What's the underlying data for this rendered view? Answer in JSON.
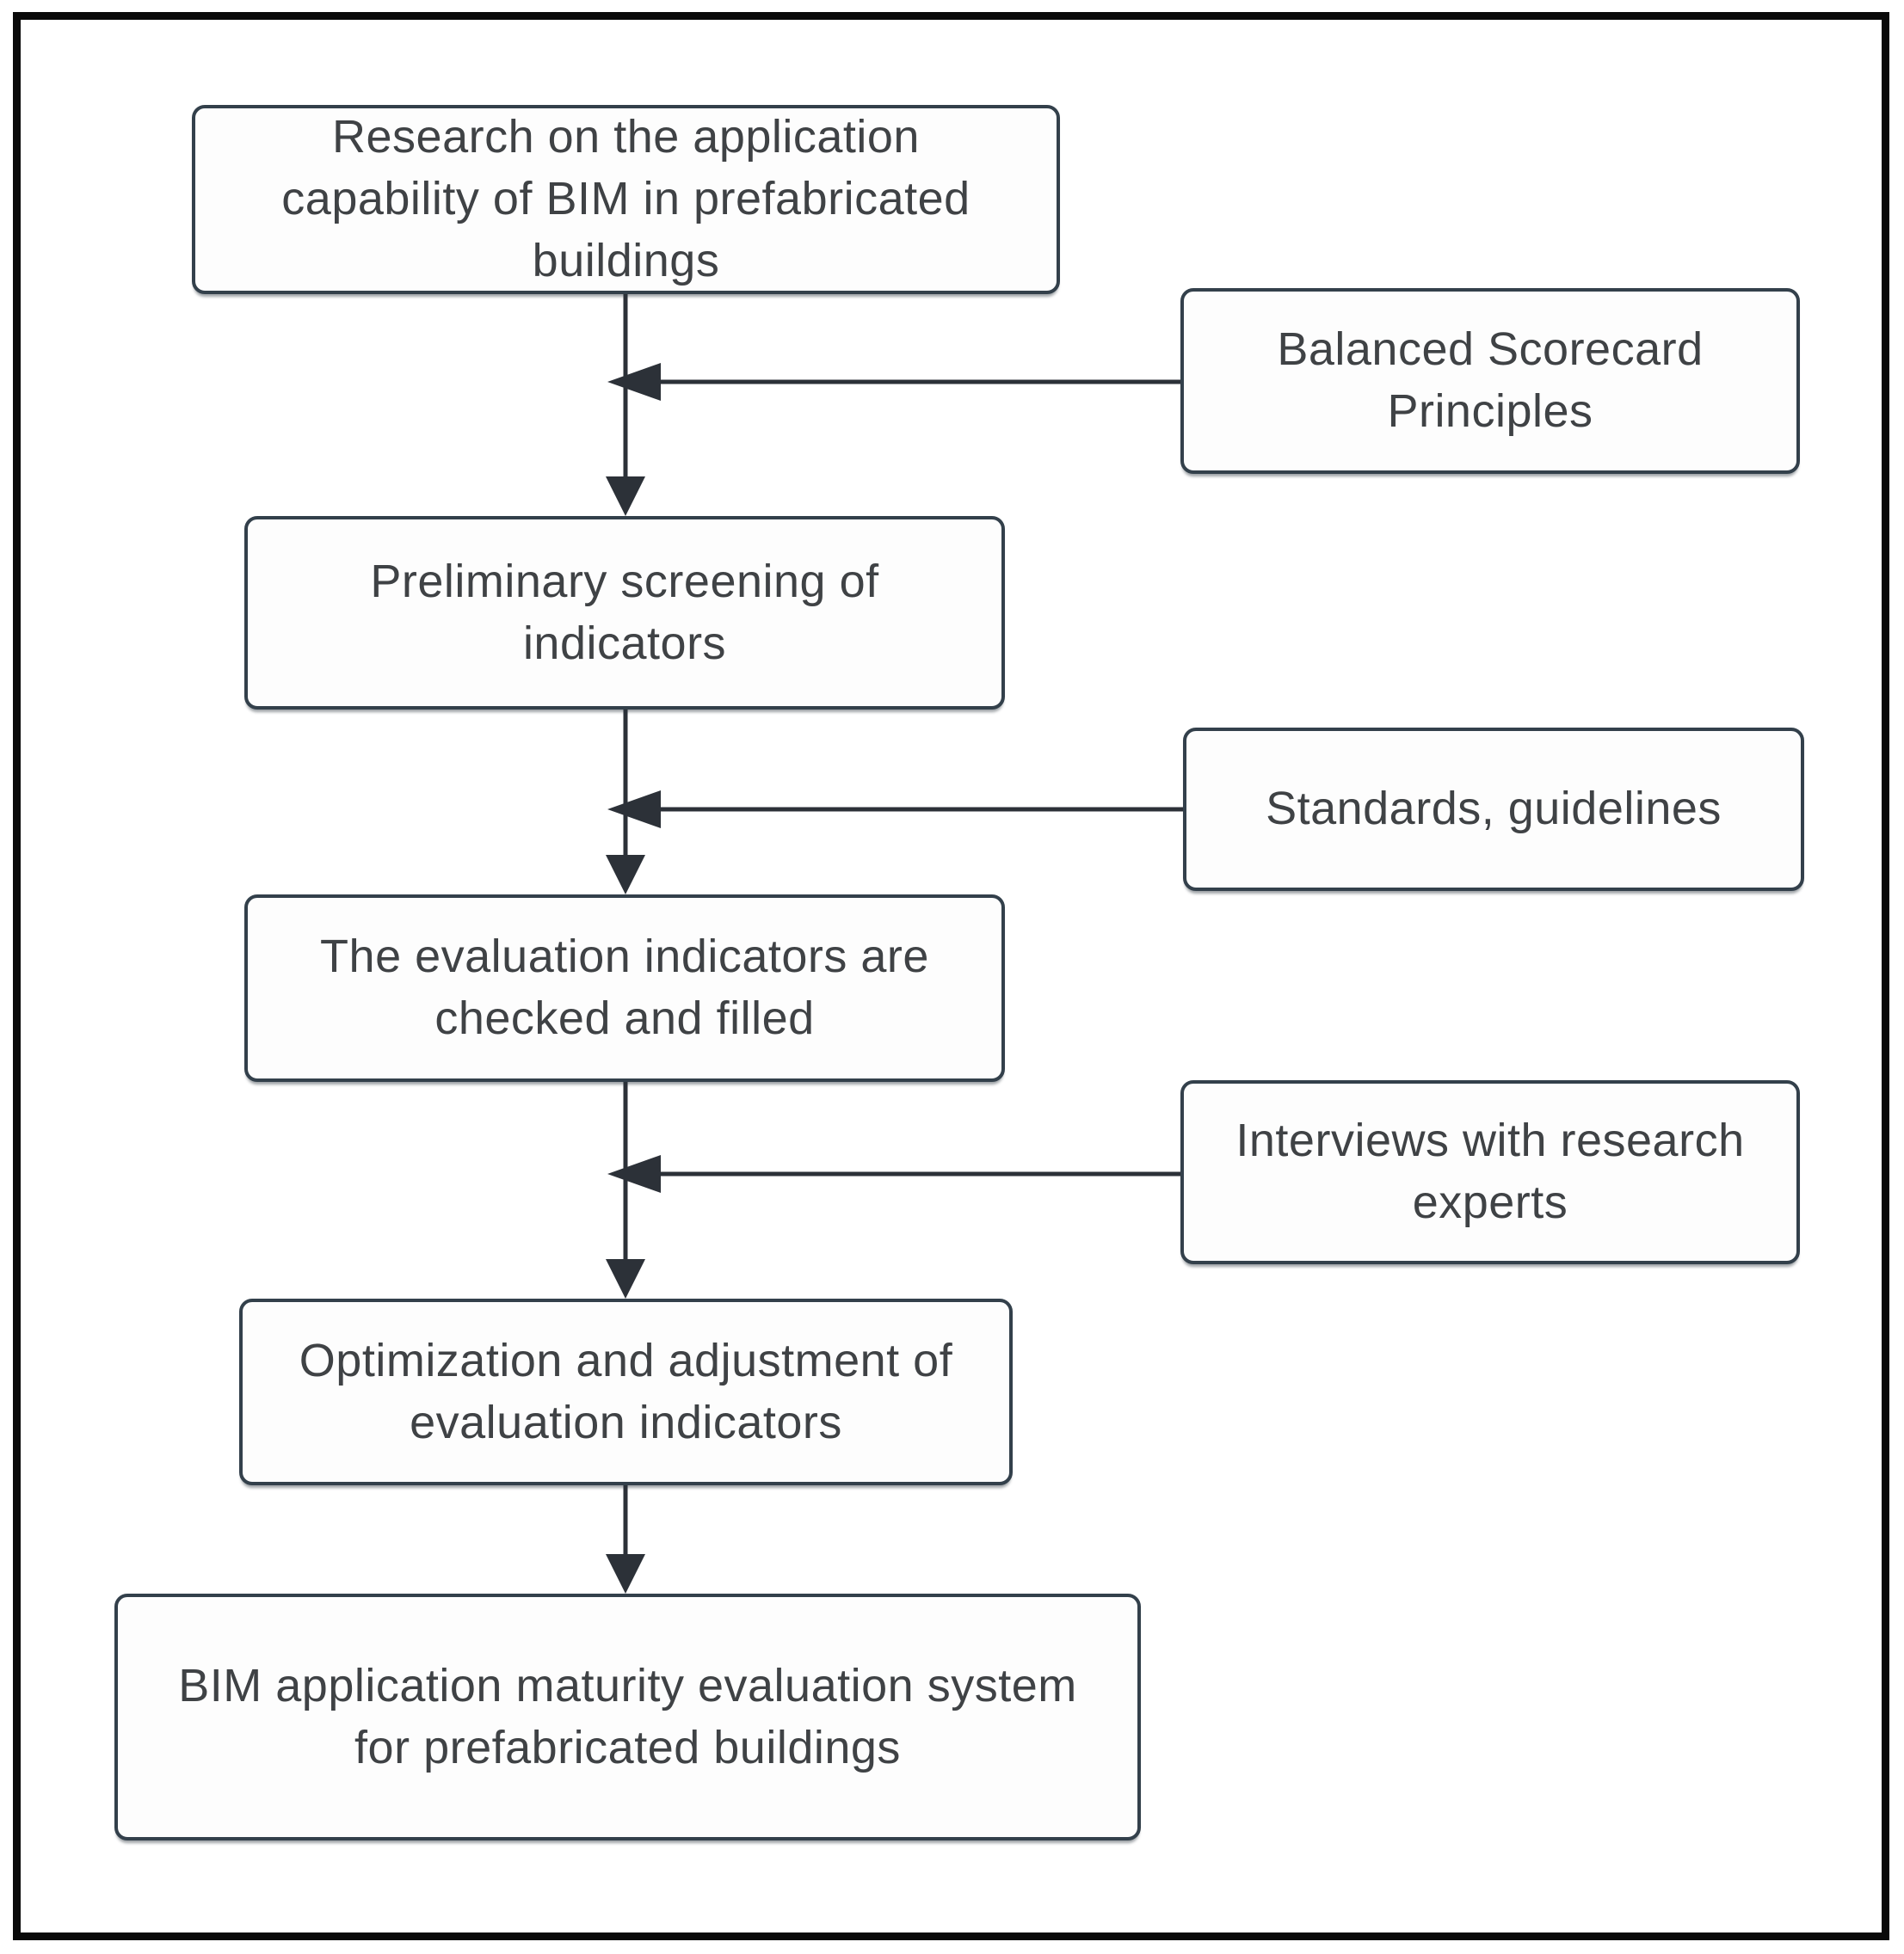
{
  "diagram": {
    "type": "flowchart",
    "colors": {
      "background": "#ffffff",
      "frame": "#0a0a0a",
      "box_border": "#33404b",
      "box_fill": "#fdfdfd",
      "text": "#3f4245",
      "connector": "#2c3138"
    },
    "main_flow": [
      {
        "id": "research",
        "label": "Research on the application\ncapability of BIM in prefabricated\nbuildings"
      },
      {
        "id": "screening",
        "label": "Preliminary screening of\nindicators"
      },
      {
        "id": "checked",
        "label": "The evaluation indicators are\nchecked and filled"
      },
      {
        "id": "optimization",
        "label": "Optimization and adjustment of\nevaluation indicators"
      },
      {
        "id": "maturity",
        "label": "BIM application maturity evaluation system\nfor prefabricated buildings"
      }
    ],
    "side_inputs": [
      {
        "id": "bsc",
        "label": "Balanced Scorecard\nPrinciples"
      },
      {
        "id": "standards",
        "label": "Standards, guidelines"
      },
      {
        "id": "interviews",
        "label": "Interviews with research\nexperts"
      }
    ]
  }
}
